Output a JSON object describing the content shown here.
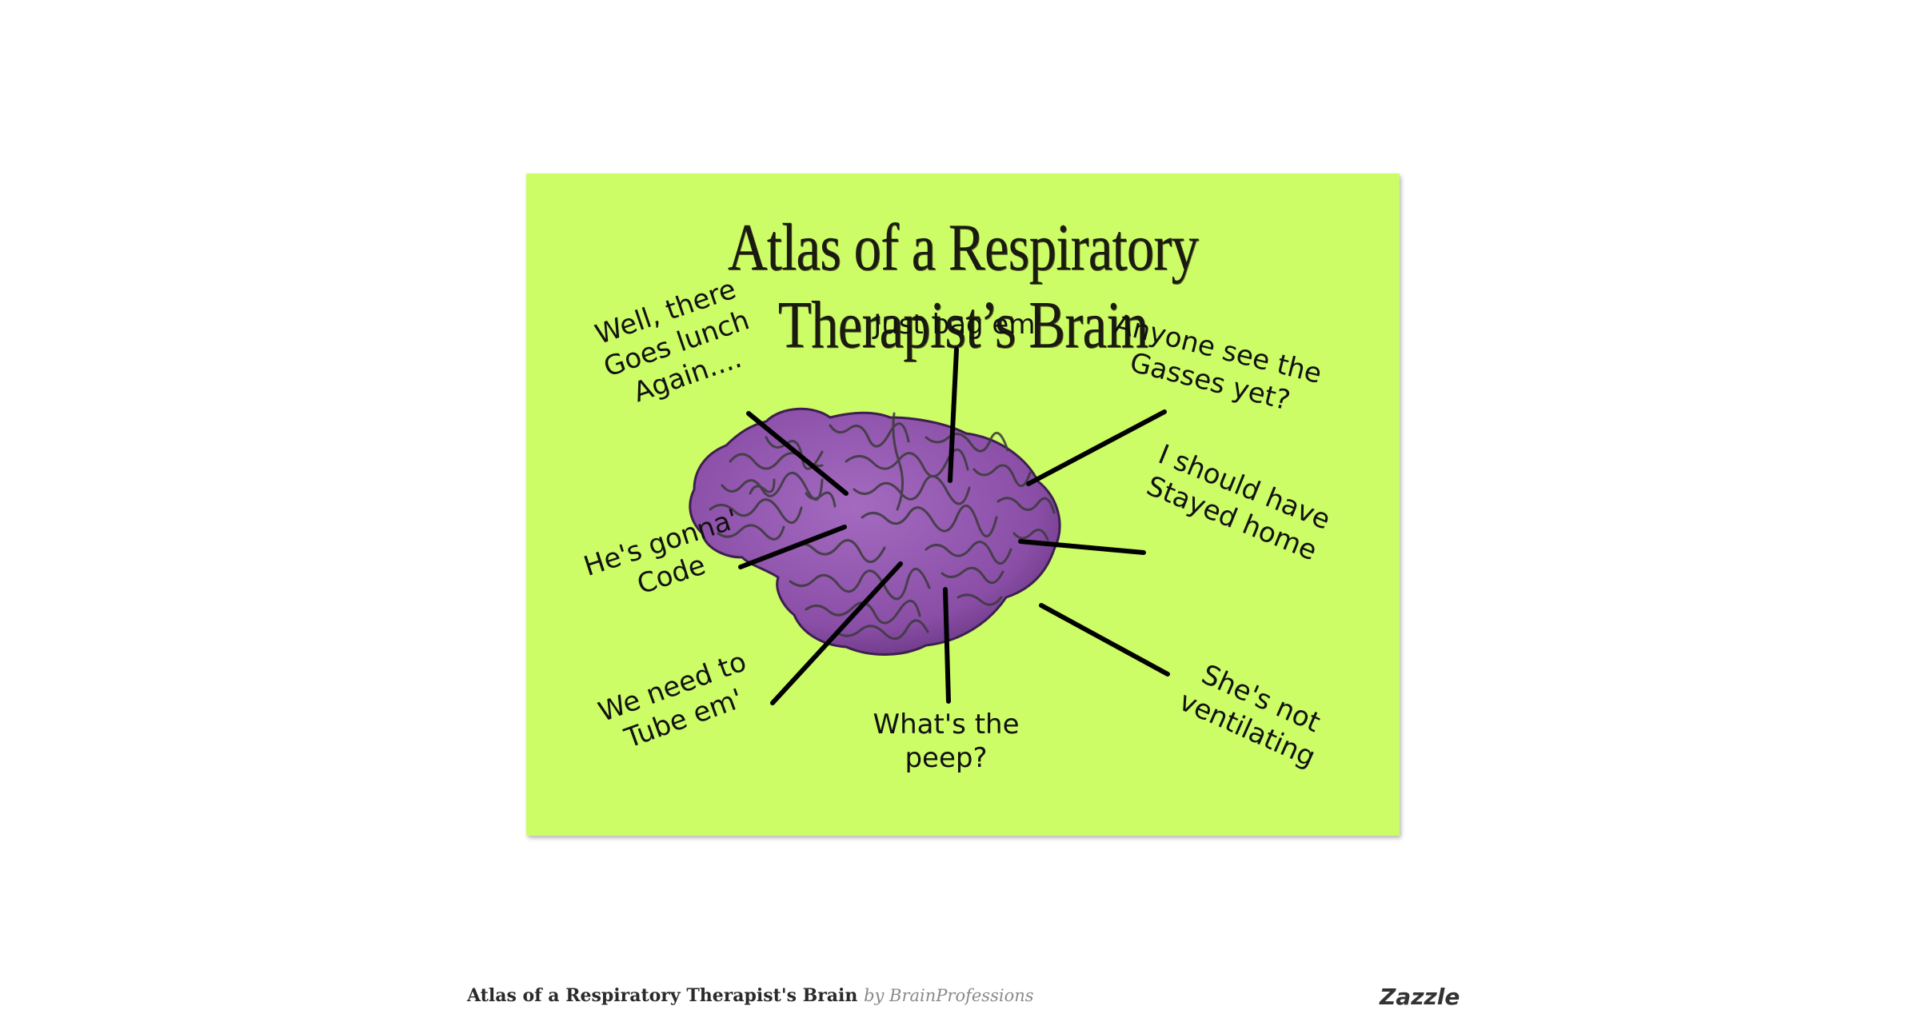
{
  "card": {
    "title": "Atlas of a Respiratory Therapist’s Brain",
    "background_color": "#ccfc66",
    "brain_color": "#8e52a8",
    "quotes": [
      {
        "id": "lunch",
        "text": "Well, there\nGoes lunch\nAgain...."
      },
      {
        "id": "bag",
        "text": "Just bag em'"
      },
      {
        "id": "gasses",
        "text": "Anyone see the\nGasses yet?"
      },
      {
        "id": "home",
        "text": "I should have\nStayed home"
      },
      {
        "id": "code",
        "text": "He's gonna'\nCode"
      },
      {
        "id": "tube",
        "text": "We need to\nTube em'"
      },
      {
        "id": "peep",
        "text": "What's the\npeep?"
      },
      {
        "id": "ventilating",
        "text": "She's not\nventilating"
      }
    ]
  },
  "footer": {
    "product_title": "Atlas of a Respiratory Therapist's Brain",
    "by_text": "by BrainProfessions",
    "brand": "Zazzle"
  }
}
